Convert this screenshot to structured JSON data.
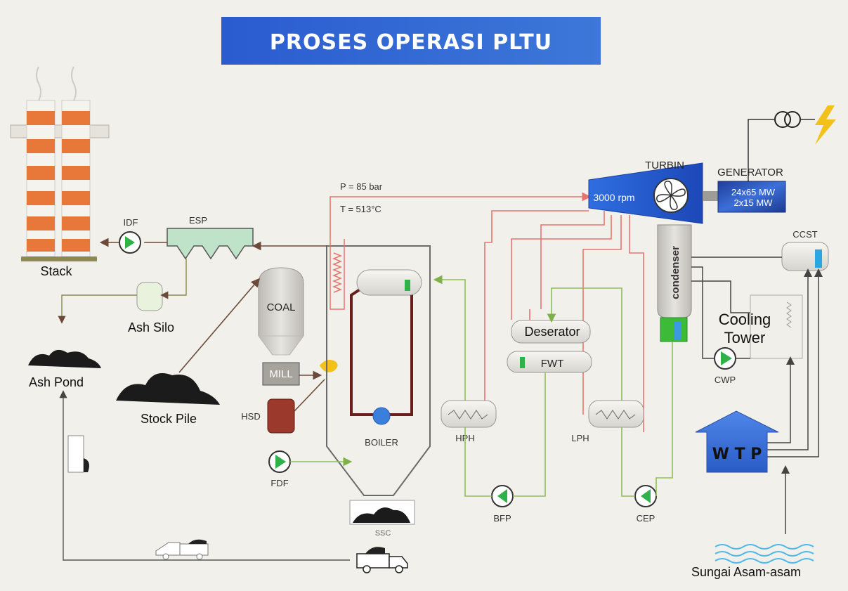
{
  "title": "PROSES OPERASI PLTU",
  "labels": {
    "stack": "Stack",
    "idf": "IDF",
    "esp": "ESP",
    "ash_silo": "Ash Silo",
    "ash_pond": "Ash Pond",
    "stock_pile": "Stock Pile",
    "coal": "COAL",
    "mill": "MILL",
    "hsd": "HSD",
    "fdf": "FDF",
    "boiler": "BOILER",
    "ssc": "SSC",
    "hph": "HPH",
    "bfp": "BFP",
    "deserator": "Deserator",
    "fwt": "FWT",
    "lph": "LPH",
    "cep": "CEP",
    "turbin": "TURBIN",
    "rpm": "3000 rpm",
    "generator": "GENERATOR",
    "gen_cap1": "24x65 MW",
    "gen_cap2": "2x15 MW",
    "condenser": "condenser",
    "ccst": "CCST",
    "cooling1": "Cooling",
    "cooling2": "Tower",
    "cwp": "CWP",
    "wtp": "W T P",
    "river": "Sungai Asam-asam",
    "pressure": "P = 85 bar",
    "temperature": "T = 513°C"
  },
  "colors": {
    "title_bg": "#2f63c8",
    "steam_line": "#e8736f",
    "water_line": "#8fbf57",
    "flue_line": "#6b4a3a",
    "pump_green": "#2fb24a",
    "turbine_blue": "#2a62d8",
    "stack_orange": "#e8783a"
  }
}
